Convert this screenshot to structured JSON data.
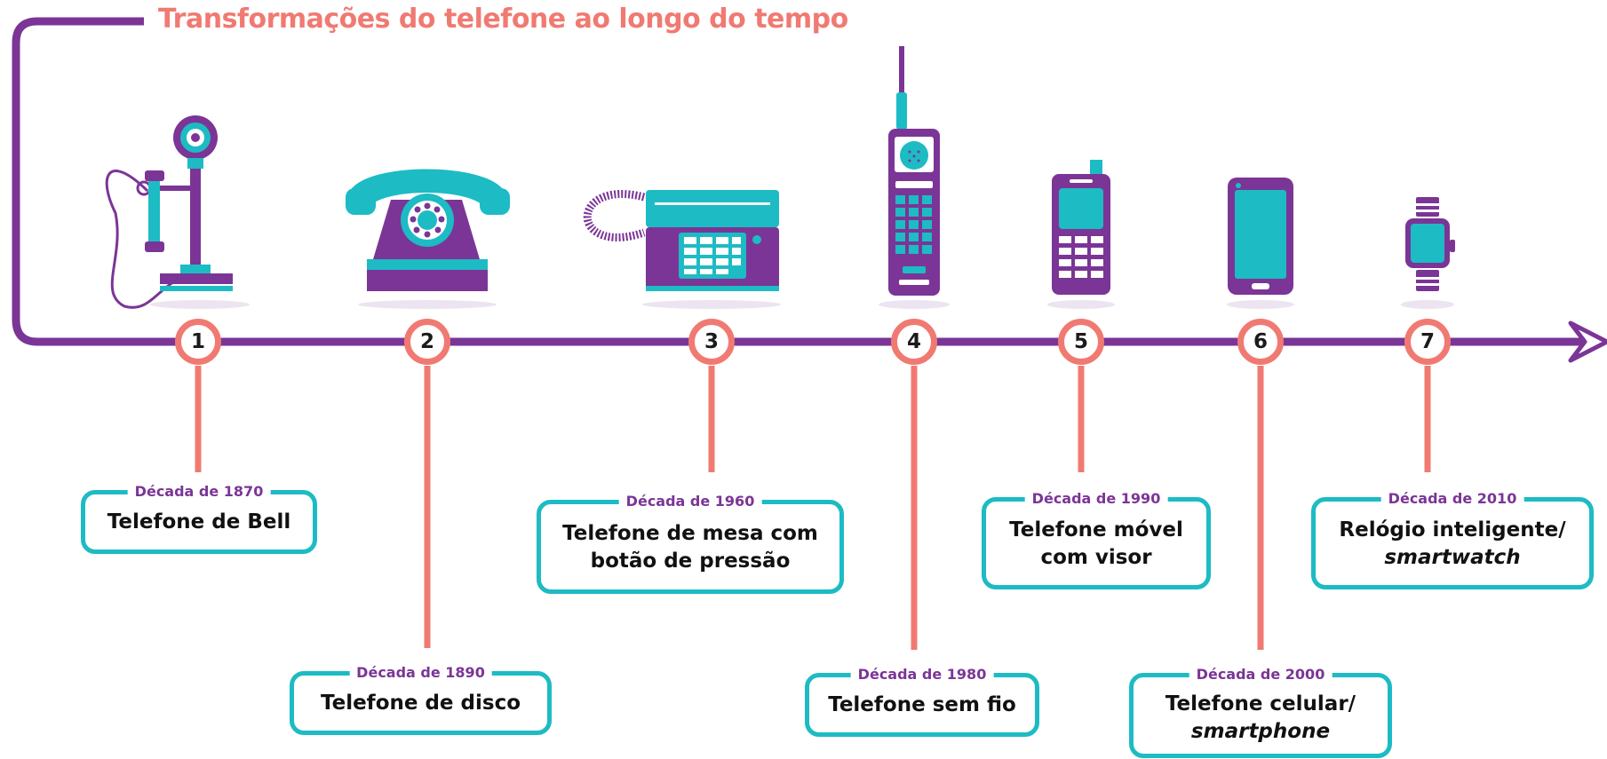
{
  "title": "Transformações do telefone ao longo do tempo",
  "colors": {
    "purple": "#7b3596",
    "teal": "#1dbbc4",
    "coral": "#f07a72"
  },
  "steps": [
    {
      "number": "1",
      "decade": "Década de 1870",
      "name_line1": "Telefone de Bell",
      "name_line2": "",
      "icon": "candlestick-phone-icon"
    },
    {
      "number": "2",
      "decade": "Década de 1890",
      "name_line1": "Telefone de disco",
      "name_line2": "",
      "icon": "rotary-phone-icon"
    },
    {
      "number": "3",
      "decade": "Década de 1960",
      "name_line1": "Telefone de mesa com",
      "name_line2": "botão de pressão",
      "icon": "push-button-desk-phone-icon"
    },
    {
      "number": "4",
      "decade": "Década de 1980",
      "name_line1": "Telefone sem fio",
      "name_line2": "",
      "icon": "cordless-brick-phone-icon"
    },
    {
      "number": "5",
      "decade": "Década de 1990",
      "name_line1": "Telefone móvel",
      "name_line2": "com visor",
      "icon": "mobile-phone-with-display-icon"
    },
    {
      "number": "6",
      "decade": "Década de 2000",
      "name_line1": "Telefone celular/",
      "name_line2": "smartphone",
      "icon": "smartphone-icon"
    },
    {
      "number": "7",
      "decade": "Década de 2010",
      "name_line1": "Relógio inteligente/",
      "name_line2": "smartwatch",
      "icon": "smartwatch-icon"
    }
  ]
}
